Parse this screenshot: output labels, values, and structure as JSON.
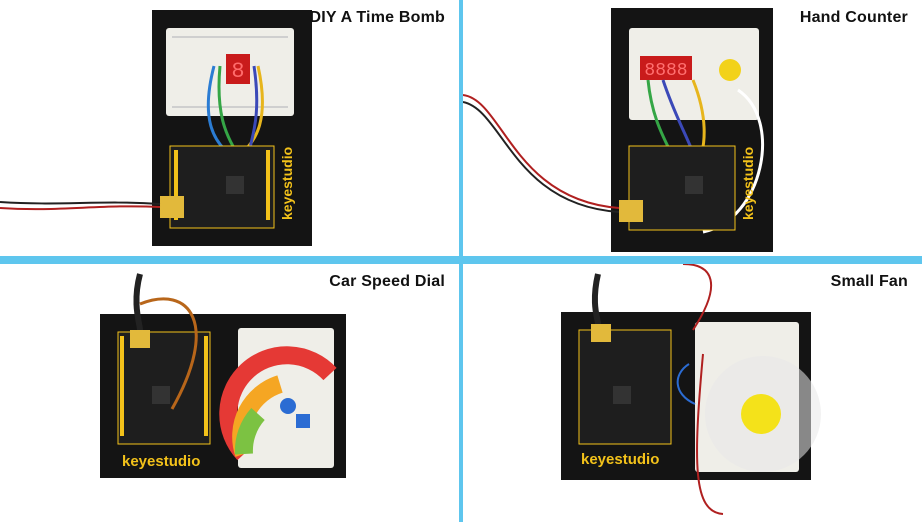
{
  "panels": [
    {
      "title": "DIY A Time Bomb",
      "brand": "keyestudio"
    },
    {
      "title": "Hand Counter",
      "brand": "keyestudio"
    },
    {
      "title": "Car Speed Dial",
      "brand": "keyestudio"
    },
    {
      "title": "Small Fan",
      "brand": "keyestudio"
    }
  ],
  "colors": {
    "divider": "#5ec6ee",
    "board": "#141414",
    "brand": "#f3c21a"
  }
}
